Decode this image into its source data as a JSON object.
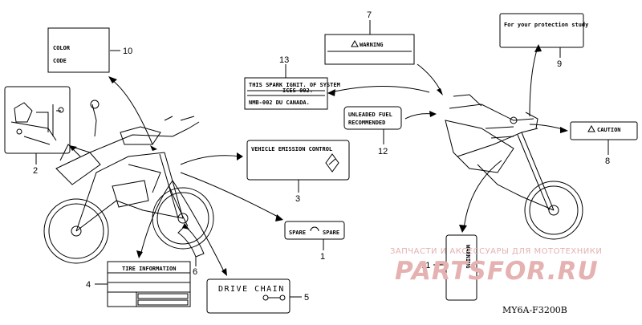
{
  "colors": {
    "watermark": "#e5b1b1",
    "line": "#000000"
  },
  "diagram_code": "MY6A-F3200B",
  "watermark": {
    "line1": "ЗАПЧАСТИ И АКСЕССУАРЫ ДЛЯ МОТОТЕХНИКИ",
    "logo": "PARTSFOR.RU"
  },
  "callouts": {
    "n1": "1",
    "n2": "2",
    "n3": "3",
    "n4": "4",
    "n5": "5",
    "n6": "6",
    "n7": "7",
    "n8": "8",
    "n9": "9",
    "n10": "10",
    "n11": "11",
    "n12": "12",
    "n13": "13"
  },
  "labels": {
    "color_code_1": "COLOR",
    "color_code_2": "CODE",
    "warning": "WARNING",
    "protection": "For your protection study",
    "caution": "CAUTION",
    "emission": "VEHICLE EMISSION CONTROL",
    "spare_left": "SPARE",
    "spare_right": "SPARE",
    "unleaded_1": "UNLEADED FUEL",
    "unleaded_2": "RECOMMENDED",
    "tire_info": "TIRE INFORMATION",
    "drive_chain": "DRIVE CHAIN",
    "noise_1": "THIS SPARK IGNIT. OF SYSTEM",
    "noise_2": "ICES-002.",
    "noise_3": "NMB-002 DU CANADA.",
    "vertical": "WARNING"
  }
}
